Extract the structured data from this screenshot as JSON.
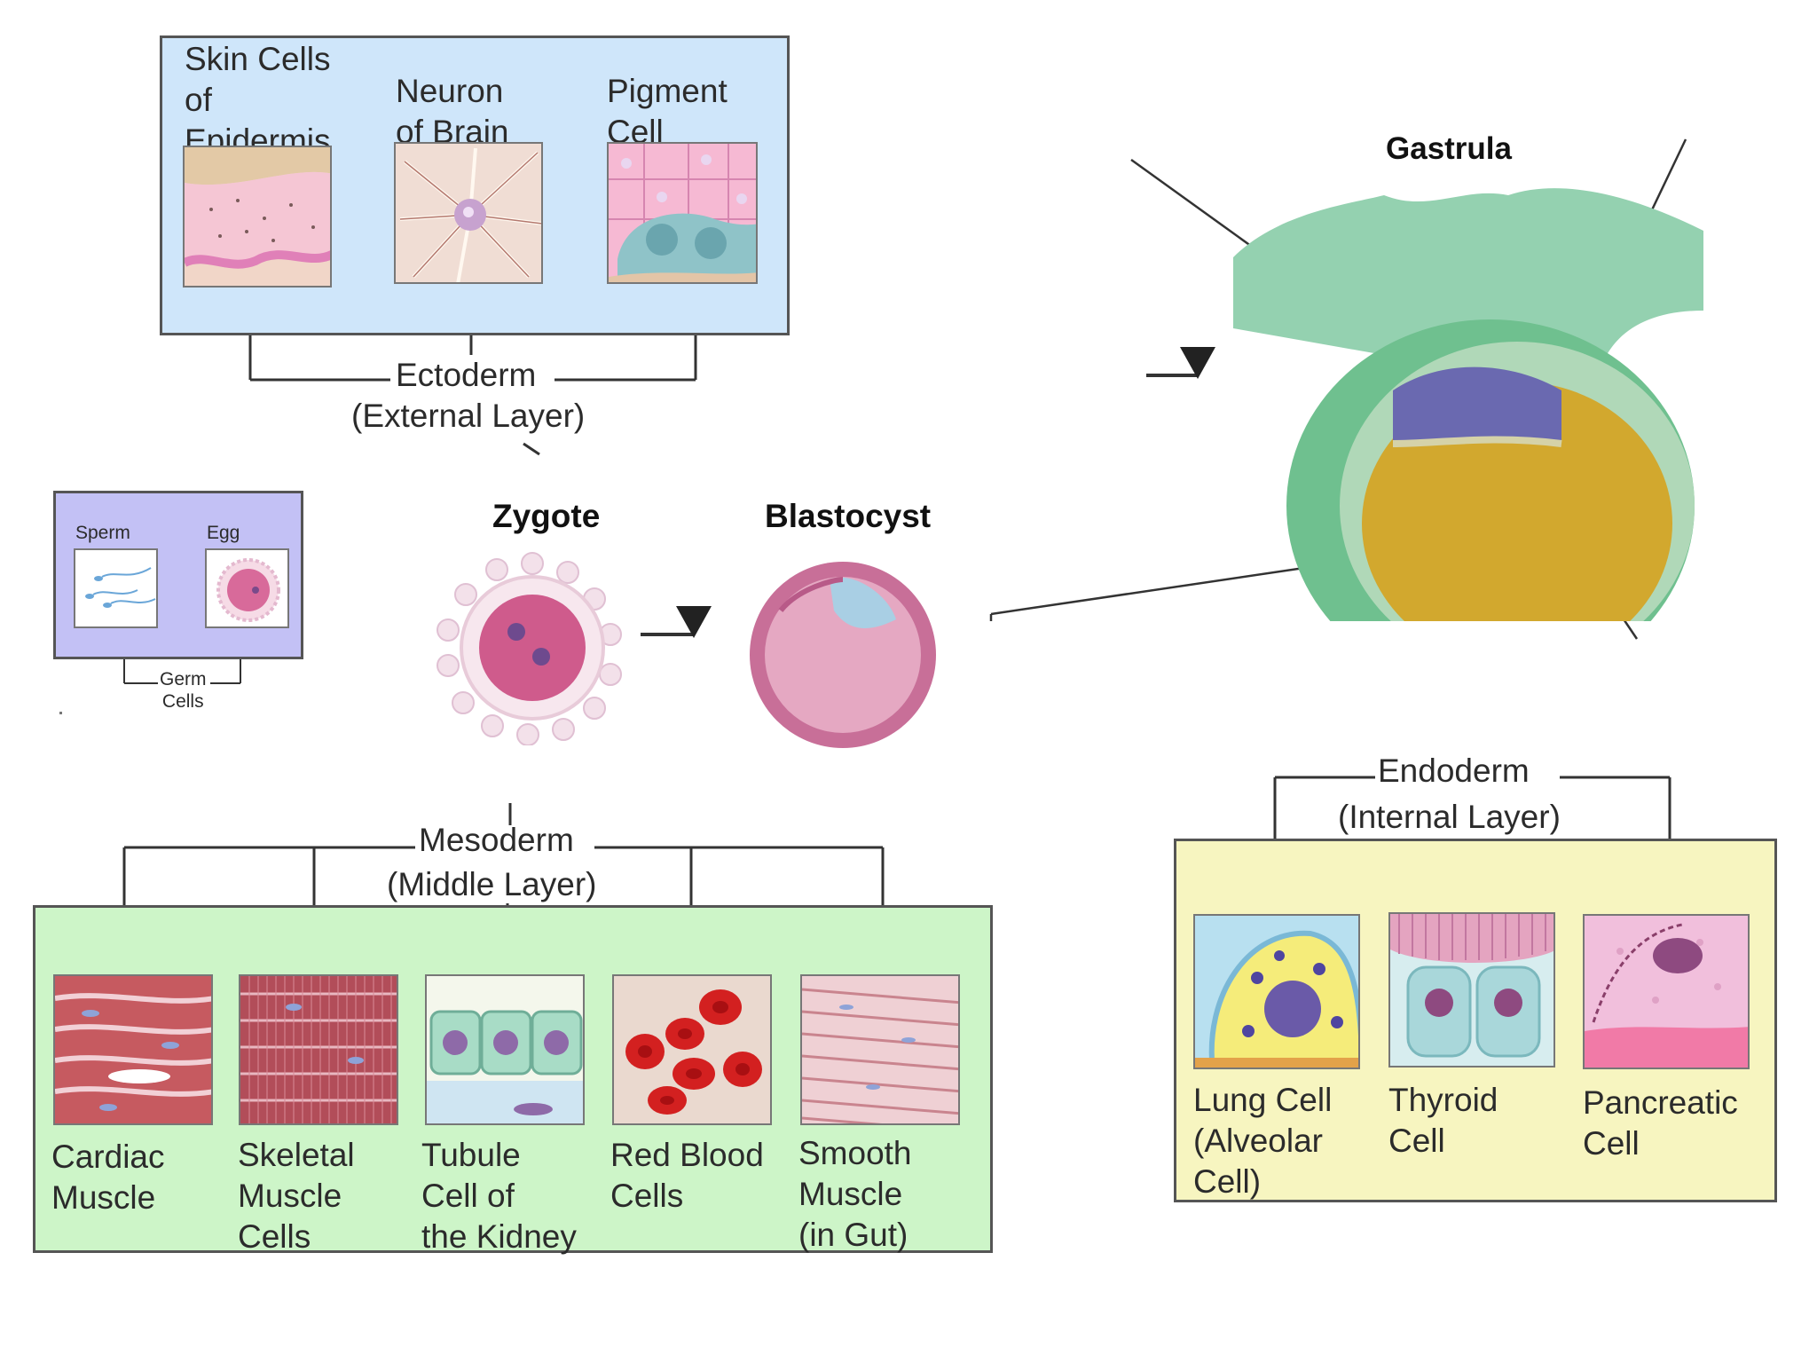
{
  "ectoderm": {
    "label": "Ectoderm",
    "sublabel": "(External Layer)",
    "cells": [
      {
        "label": "Skin Cells\nof\nEpidermis",
        "icon": "skin-cells-icon"
      },
      {
        "label": "Neuron\nof Brain",
        "icon": "neuron-icon"
      },
      {
        "label": "Pigment\nCell",
        "icon": "pigment-cell-icon"
      }
    ]
  },
  "germ": {
    "sperm": "Sperm",
    "egg": "Egg",
    "label": "Germ\nCells"
  },
  "zygote": "Zygote",
  "blastocyst": "Blastocyst",
  "gastrula": "Gastrula",
  "mesoderm": {
    "label": "Mesoderm",
    "sublabel": "(Middle Layer)",
    "cells": [
      {
        "label": "Cardiac\nMuscle",
        "icon": "cardiac-muscle-icon"
      },
      {
        "label": "Skeletal\nMuscle\nCells",
        "icon": "skeletal-muscle-icon"
      },
      {
        "label": "Tubule\nCell of\nthe Kidney",
        "icon": "kidney-tubule-icon"
      },
      {
        "label": "Red Blood\nCells",
        "icon": "red-blood-cells-icon"
      },
      {
        "label": "Smooth\nMuscle\n(in Gut)",
        "icon": "smooth-muscle-icon"
      }
    ]
  },
  "endoderm": {
    "label": "Endoderm",
    "sublabel": "(Internal Layer)",
    "cells": [
      {
        "label": "Lung Cell\n(Alveolar\nCell)",
        "icon": "lung-cell-icon"
      },
      {
        "label": "Thyroid\nCell",
        "icon": "thyroid-cell-icon"
      },
      {
        "label": "Pancreatic\nCell",
        "icon": "pancreatic-cell-icon"
      }
    ]
  },
  "colors": {
    "ectoderm_box": "#cfe6fa",
    "germ_box": "#c3c1f5",
    "mesoderm_box": "#cdf5c8",
    "endoderm_box": "#f7f5c0"
  }
}
